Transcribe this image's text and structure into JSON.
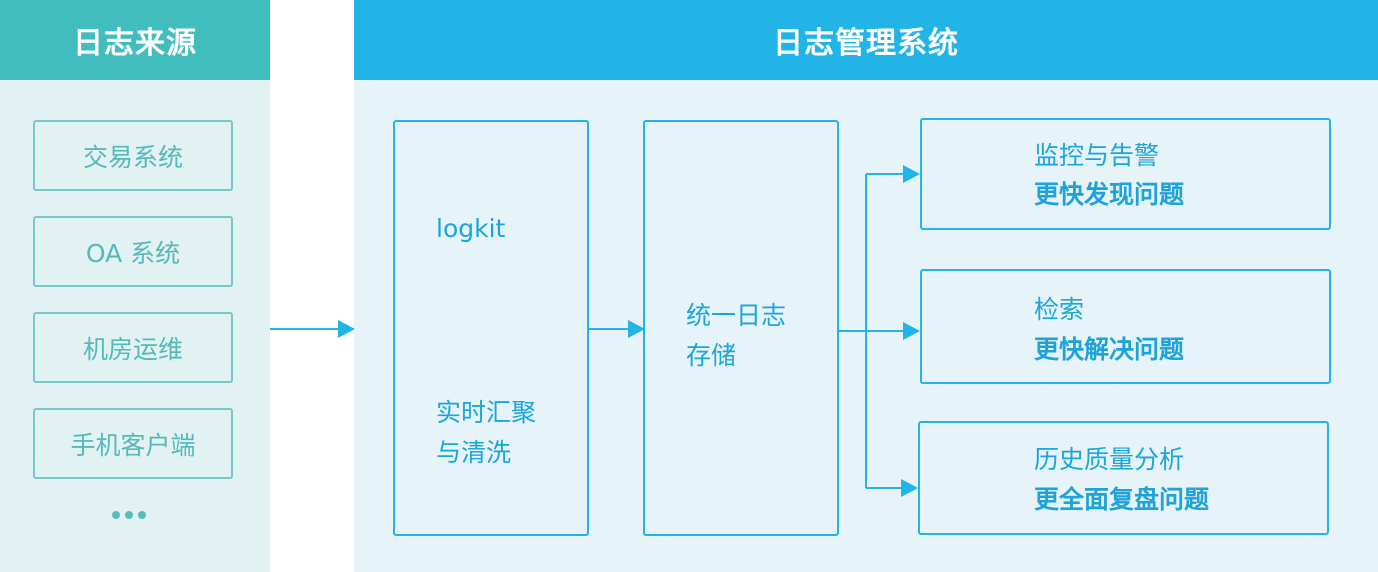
{
  "left_panel": {
    "title": "日志来源",
    "sources": [
      "交易系统",
      "OA 系统",
      "机房运维",
      "手机客户端"
    ],
    "more": "..."
  },
  "right_panel": {
    "title": "日志管理系统",
    "collect": {
      "line1": "logkit",
      "line2": "实时汇聚",
      "line3": "与清洗"
    },
    "storage": {
      "line1": "统一日志",
      "line2": "存储"
    },
    "outputs": [
      {
        "title": "监控与告警",
        "subtitle": "更快发现问题"
      },
      {
        "title": "检索",
        "subtitle": "更快解决问题"
      },
      {
        "title": "历史质量分析",
        "subtitle": "更全面复盘问题"
      }
    ]
  },
  "colors": {
    "teal_header": "#42bdbd",
    "blue_header": "#22b4e6",
    "arrow": "#22b4e6"
  }
}
